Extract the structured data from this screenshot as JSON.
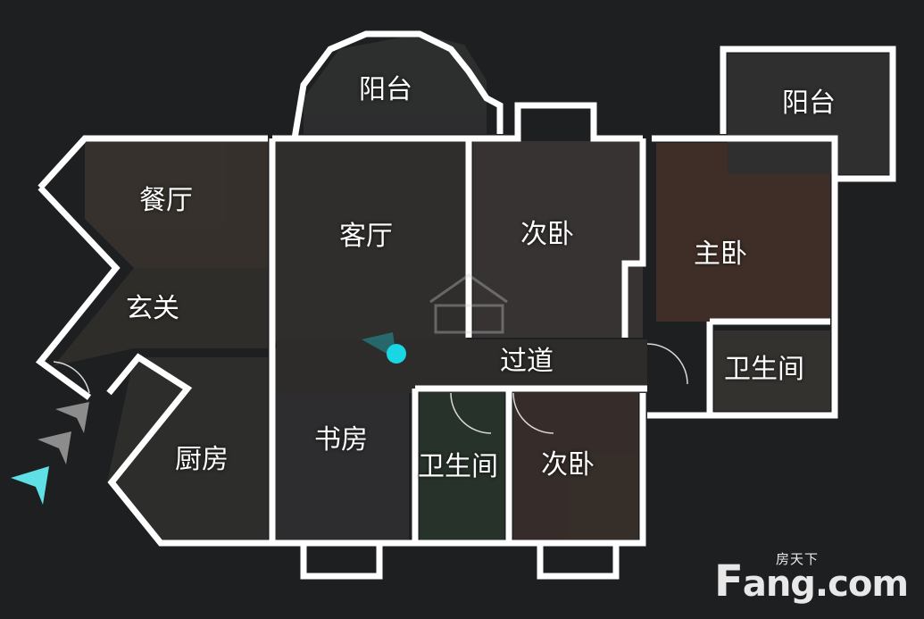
{
  "rooms": {
    "dining": "餐厅",
    "living": "客厅",
    "balcony_left": "阳台",
    "balcony_right": "阳台",
    "bedroom_top": "次卧",
    "master": "主卧",
    "foyer": "玄关",
    "corridor": "过道",
    "bathroom_master": "卫生间",
    "kitchen": "厨房",
    "study": "书房",
    "bathroom_mid": "卫生间",
    "bedroom_bottom": "次卧"
  },
  "logo": {
    "cn": "房天下",
    "en_f": "F",
    "en_rest": "ang.com"
  },
  "colors": {
    "wall": "#ffffff",
    "background": "#1e1f21",
    "marker": "#19d6e4",
    "arrow_front": "#5fe0e6",
    "arrow_back": "#8c8c8c"
  },
  "icons": {
    "position_marker": "location-dot-icon",
    "entrance": "entrance-chevrons-icon"
  }
}
